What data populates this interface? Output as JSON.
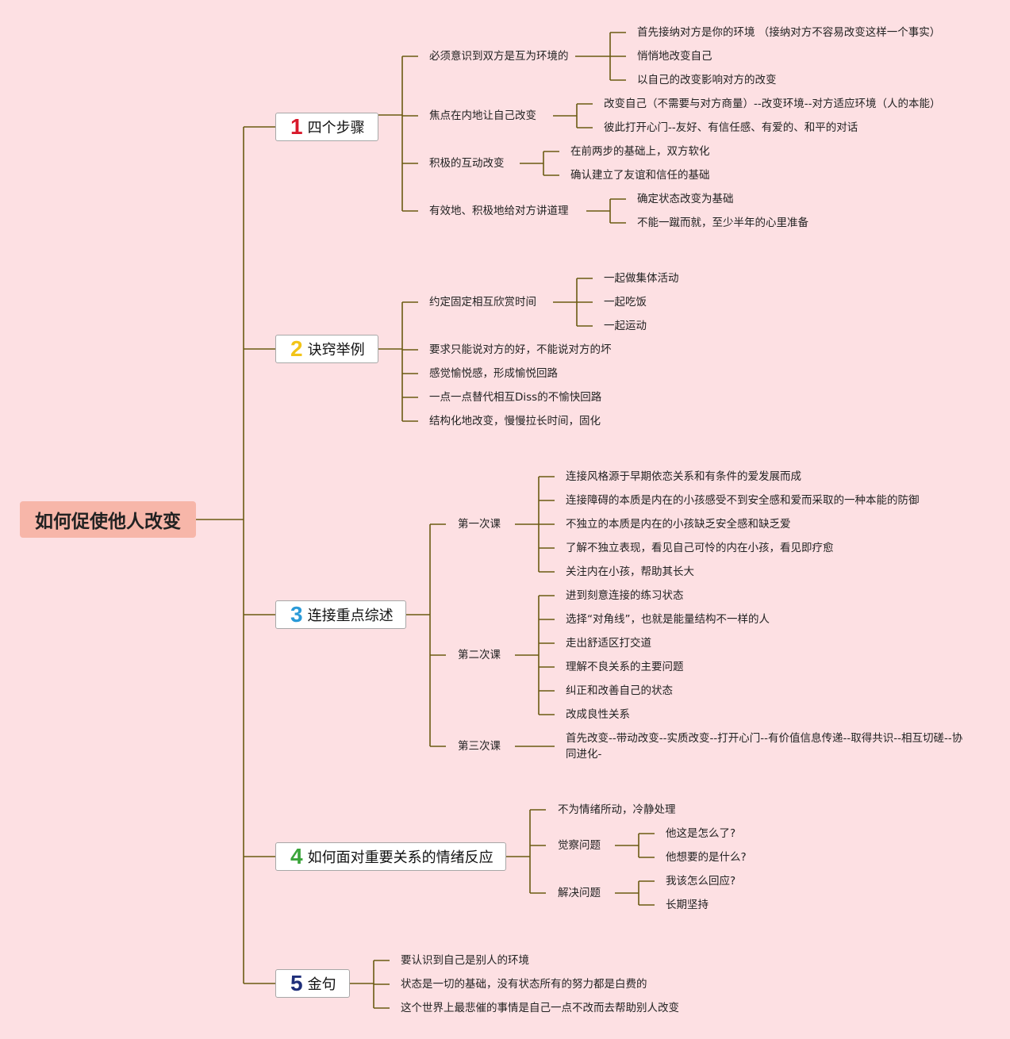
{
  "root": "如何促使他人改变",
  "colors": {
    "background": "#fde0e3",
    "root_fill": "#f7b6a9",
    "line": "#6b5a12"
  },
  "branches": [
    {
      "num": "1",
      "num_color": "#d8192b",
      "label": "四个步骤",
      "children": [
        {
          "label": "必须意识到双方是互为环境的",
          "children": [
            "首先接纳对方是你的环境 （接纳对方不容易改变这样一个事实）",
            "悄悄地改变自己",
            "以自己的改变影响对方的改变"
          ]
        },
        {
          "label": "焦点在内地让自己改变",
          "children": [
            "改变自己（不需要与对方商量）--改变环境--对方适应环境（人的本能）",
            "彼此打开心门--友好、有信任感、有爱的、和平的对话"
          ]
        },
        {
          "label": "积极的互动改变",
          "children": [
            "在前两步的基础上，双方软化",
            "确认建立了友谊和信任的基础"
          ]
        },
        {
          "label": "有效地、积极地给对方讲道理",
          "children": [
            "确定状态改变为基础",
            "不能一蹴而就，至少半年的心里准备"
          ]
        }
      ]
    },
    {
      "num": "2",
      "num_color": "#f2c418",
      "label": "诀窍举例",
      "children": [
        {
          "label": "约定固定相互欣赏时间",
          "children": [
            "一起做集体活动",
            "一起吃饭",
            "一起运动"
          ]
        },
        {
          "label": "要求只能说对方的好，不能说对方的坏"
        },
        {
          "label": "感觉愉悦感，形成愉悦回路"
        },
        {
          "label": "一点一点替代相互Diss的不愉快回路"
        },
        {
          "label": "结构化地改变，慢慢拉长时间，固化"
        }
      ]
    },
    {
      "num": "3",
      "num_color": "#2a9ad8",
      "label": "连接重点综述",
      "children": [
        {
          "label": "第一次课",
          "children": [
            "连接风格源于早期依恋关系和有条件的爱发展而成",
            "连接障碍的本质是内在的小孩感受不到安全感和爱而采取的一种本能的防御",
            "不独立的本质是内在的小孩缺乏安全感和缺乏爱",
            "了解不独立表现，看见自己可怜的内在小孩，看见即疗愈",
            "关注内在小孩，帮助其长大"
          ]
        },
        {
          "label": "第二次课",
          "children": [
            "进到刻意连接的练习状态",
            "选择“对角线”，也就是能量结构不一样的人",
            "走出舒适区打交道",
            "理解不良关系的主要问题",
            "纠正和改善自己的状态",
            "改成良性关系"
          ]
        },
        {
          "label": "第三次课",
          "children": [
            "首先改变--带动改变--实质改变--打开心门--有价值信息传递--取得共识--相互切磋--协同进化-"
          ]
        }
      ]
    },
    {
      "num": "4",
      "num_color": "#3aa53a",
      "label": "如何面对重要关系的情绪反应",
      "children": [
        {
          "label": "不为情绪所动，冷静处理"
        },
        {
          "label": "觉察问题",
          "children": [
            "他这是怎么了?",
            "他想要的是什么?"
          ]
        },
        {
          "label": "解决问题",
          "children": [
            "我该怎么回应?",
            "长期坚持"
          ]
        }
      ]
    },
    {
      "num": "5",
      "num_color": "#1f2f7a",
      "label": "金句",
      "children": [
        {
          "label": "要认识到自己是别人的环境"
        },
        {
          "label": "状态是一切的基础，没有状态所有的努力都是白费的"
        },
        {
          "label": "这个世界上最悲催的事情是自己一点不改而去帮助别人改变"
        }
      ]
    }
  ]
}
